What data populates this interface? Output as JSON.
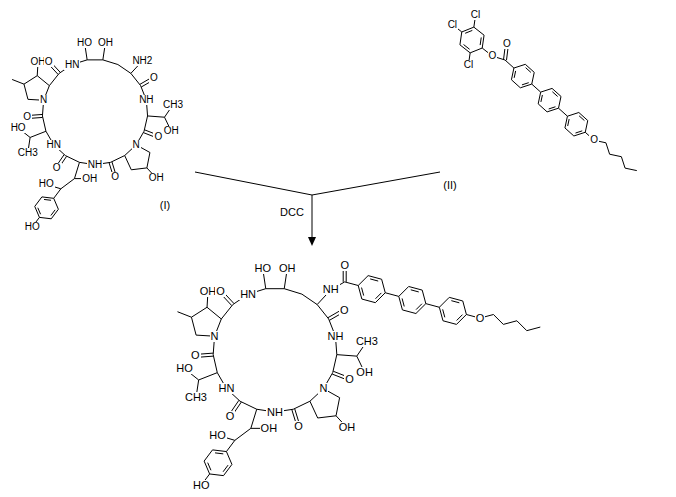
{
  "diagram": {
    "labels": [
      "(I)",
      "(II)",
      "DCC",
      "HN",
      "HO",
      "OH",
      "NH2",
      "O",
      "NH",
      "OH",
      "CH3",
      "O",
      "N",
      "OH",
      "O",
      "NH",
      "OH",
      "HO",
      "HO",
      "O",
      "HN",
      "HO",
      "CH3",
      "O",
      "N",
      "OH",
      "O",
      "Cl",
      "Cl",
      "Cl",
      "O",
      "O",
      "O",
      "HN",
      "HO",
      "OH",
      "NH",
      "O",
      "NH",
      "OH",
      "CH3",
      "O",
      "N",
      "OH",
      "O",
      "NH",
      "OH",
      "HO",
      "HO",
      "O",
      "HN",
      "HO",
      "CH3",
      "O",
      "N",
      "OH",
      "O",
      "O",
      "O"
    ]
  }
}
